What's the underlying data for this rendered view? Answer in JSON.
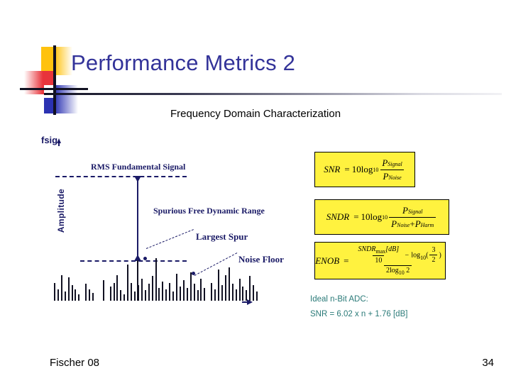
{
  "slide": {
    "title": "Performance Metrics 2",
    "subtitle": "Frequency Domain Characterization",
    "title_color": "#333399",
    "accent_colors": {
      "yellow": "#FFC20E",
      "red": "#E8343B",
      "blue": "#2B32B2",
      "navy": "#1a1a66",
      "formula_fill": "#FFF23F",
      "note_teal": "#2a7a78"
    }
  },
  "figure": {
    "y_axis_label": "Amplitude",
    "x_axis_label": "fsig",
    "labels": {
      "fundamental": "RMS Fundamental Signal",
      "sfdr": "Spurious Free Dynamic Range",
      "largest_spur": "Largest Spur",
      "noise_floor": "Noise Floor"
    }
  },
  "chart_data": {
    "type": "bar",
    "title": "Frequency Domain Characterization",
    "xlabel": "fsig",
    "ylabel": "Amplitude",
    "grid": false,
    "legend": "none",
    "annotations": [
      "RMS Fundamental Signal",
      "Spurious Free Dynamic Range",
      "Largest Spur",
      "Noise Floor"
    ],
    "reference_levels": [
      {
        "name": "RMS Fundamental Signal",
        "value": 100,
        "style": "dashed"
      },
      {
        "name": "Largest Spur / Noise Floor",
        "value": 33,
        "style": "dashed"
      }
    ],
    "largest_spur": {
      "index": 29,
      "value": 33
    },
    "values": [
      14,
      9,
      20,
      7,
      18,
      12,
      9,
      5,
      0,
      13,
      9,
      6,
      0,
      0,
      16,
      0,
      11,
      14,
      20,
      8,
      5,
      28,
      14,
      7,
      12,
      17,
      8,
      13,
      19,
      33,
      10,
      15,
      9,
      14,
      7,
      21,
      11,
      16,
      10,
      22,
      13,
      8,
      17,
      10,
      0,
      14,
      9,
      24,
      12,
      20,
      26,
      13,
      9,
      17,
      11,
      8,
      19,
      12,
      7
    ],
    "ylim": [
      0,
      110
    ]
  },
  "formulas": {
    "snr": {
      "lhs": "SNR",
      "coefficient": "10",
      "log": "log",
      "log_base": "10",
      "numerator": "P",
      "numerator_sub": "Signal",
      "denominator": "P",
      "denominator_sub": "Noise",
      "text": "SNR = 10 log10 ( P_Signal / P_Noise )"
    },
    "sndr": {
      "lhs": "SNDR",
      "coefficient": "10",
      "log": "log",
      "log_base": "10",
      "numerator": "P",
      "numerator_sub": "Signal",
      "denominator_first": "P",
      "denominator_first_sub": "Noise",
      "denominator_plus": "+",
      "denominator_second": "P",
      "denominator_second_sub": "Harm",
      "text": "SNDR = 10 log10 ( P_Signal / ( P_Noise + P_Harm ) )"
    },
    "enob": {
      "lhs": "ENOB",
      "inner_num": "SNDR",
      "inner_num_sub": "max",
      "inner_num_unit": "[dB]",
      "inner_den": "10",
      "minus": "−",
      "log": "log",
      "log_base": "10",
      "ratio_num": "3",
      "ratio_den": "2",
      "denominator_coeff": "2",
      "denominator_log": "log",
      "denominator_log_base": "10",
      "denominator_arg": "2",
      "text": "ENOB = ( SNDR_max[dB]/10 - log10(3/2) ) / ( 2 log10 2 )"
    }
  },
  "note": {
    "line1": "Ideal n-Bit ADC:",
    "line2": "SNR = 6.02 x n + 1.76 [dB]"
  },
  "footer": {
    "author": "Fischer  08",
    "page": "34"
  }
}
